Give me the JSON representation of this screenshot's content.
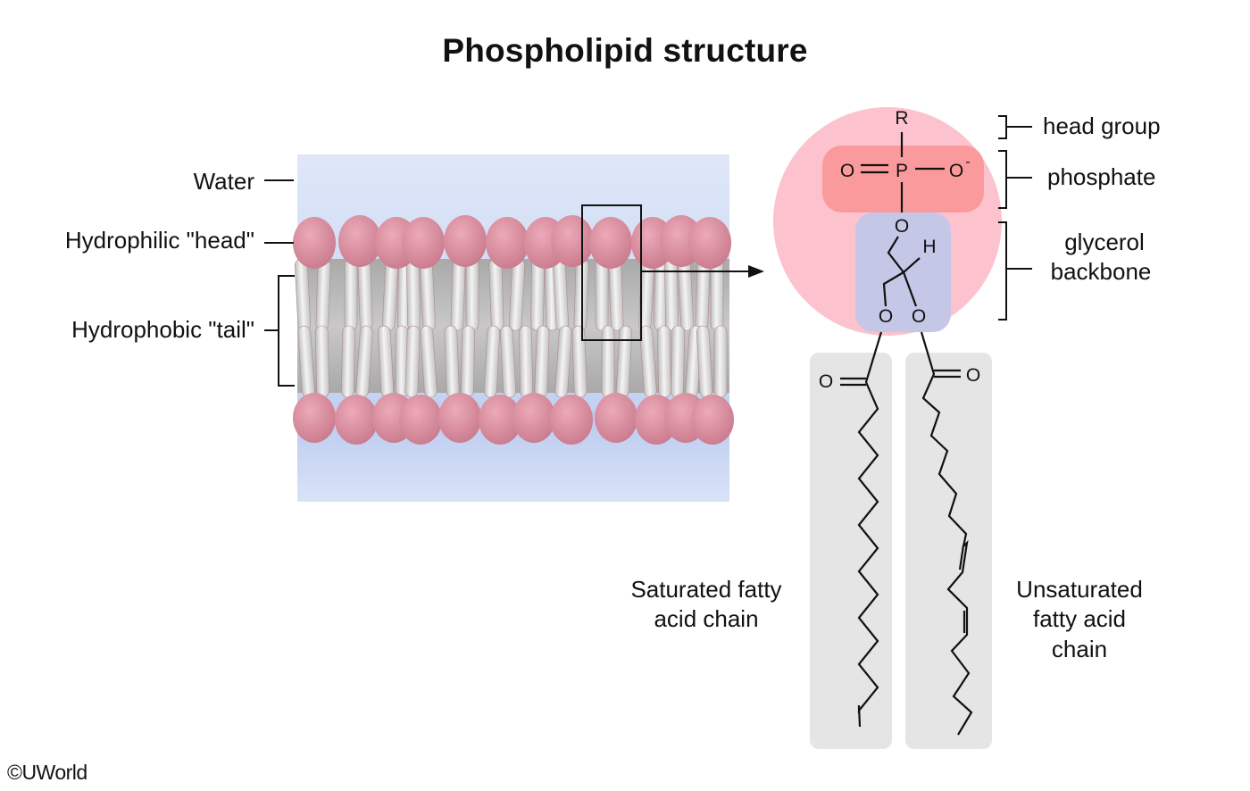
{
  "title": "Phospholipid structure",
  "bilayer": {
    "labels": {
      "water": "Water",
      "head": "Hydrophilic \"head\"",
      "tail": "Hydrophobic \"tail\""
    },
    "colors": {
      "water": "#c9d6f3",
      "head": "#d98b9c",
      "tail": "#e6e6e6"
    }
  },
  "molecule": {
    "atoms": {
      "r_group": "R",
      "phosphorus": "P",
      "oxygen": "O",
      "o_minus": "O",
      "charge": "-",
      "hydrogen": "H"
    },
    "labels": {
      "head_group": "head group",
      "phosphate": "phosphate",
      "glycerol_line1": "glycerol",
      "glycerol_line2": "backbone"
    },
    "colors": {
      "head_circle": "#fcc3cf",
      "phosphate_box": "#fb9a9c",
      "glycerol_box": "#c4c7e6",
      "chain_box": "#e5e5e5"
    }
  },
  "chains": {
    "saturated": {
      "line1": "Saturated fatty",
      "line2": "acid chain"
    },
    "unsaturated": {
      "line1": "Unsaturated",
      "line2": "fatty acid",
      "line3": "chain"
    }
  },
  "copyright": "©UWorld"
}
